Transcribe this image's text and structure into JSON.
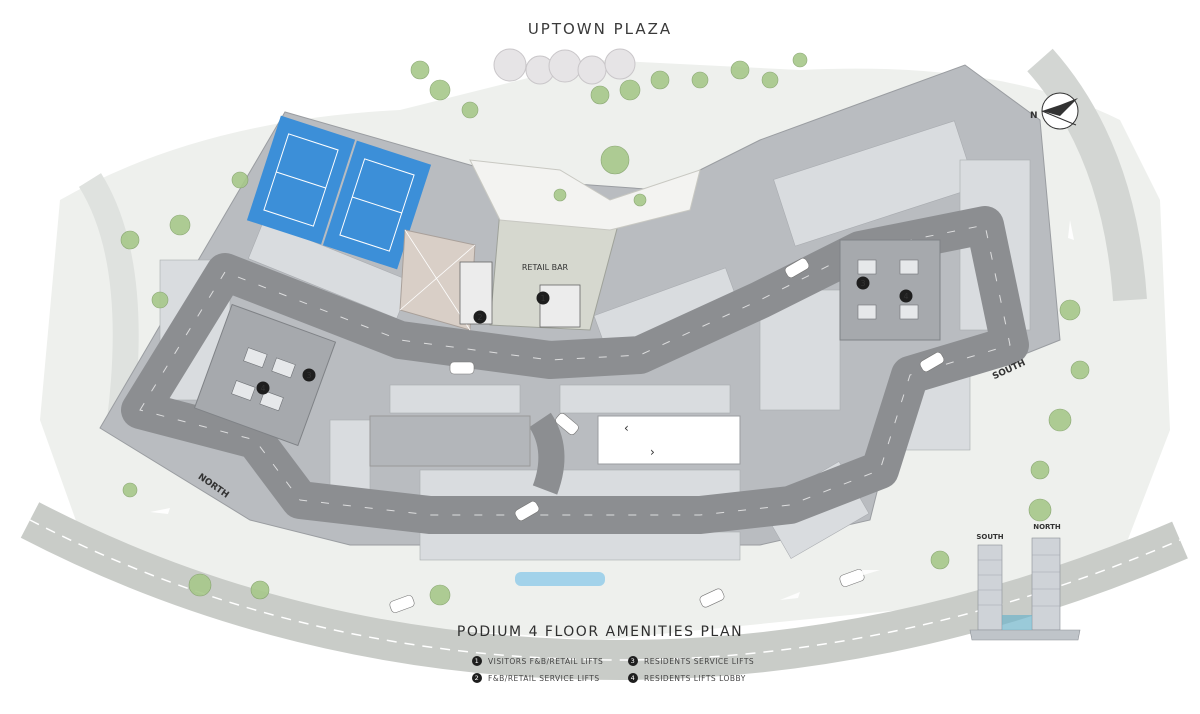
{
  "labels": {
    "plaza": "UPTOWN PLAZA",
    "plan_title": "PODIUM 4 FLOOR AMENITIES PLAN",
    "retail_bar": "RETAIL BAR",
    "compass_n": "N",
    "tower_north": "NORTH",
    "tower_south": "SOUTH",
    "inset_south": "SOUTH",
    "inset_north": "NORTH"
  },
  "markers": {
    "m1": "1",
    "m2": "2",
    "m3": "3",
    "m4": "4"
  },
  "legend": [
    {
      "num": "1",
      "label": "VISITORS F&B/RETAIL LIFTS"
    },
    {
      "num": "3",
      "label": "RESIDENTS SERVICE LIFTS"
    },
    {
      "num": "2",
      "label": "F&B/RETAIL SERVICE LIFTS"
    },
    {
      "num": "4",
      "label": "RESIDENTS LIFTS LOBBY"
    }
  ],
  "colors": {
    "road": "#8c8e91",
    "podium": "#b9bcc0",
    "parking_bay": "#d9dcdf",
    "tennis_court": "#3c8fd8",
    "landscape": "#e8ebe7",
    "tree": "#a7c88a"
  }
}
